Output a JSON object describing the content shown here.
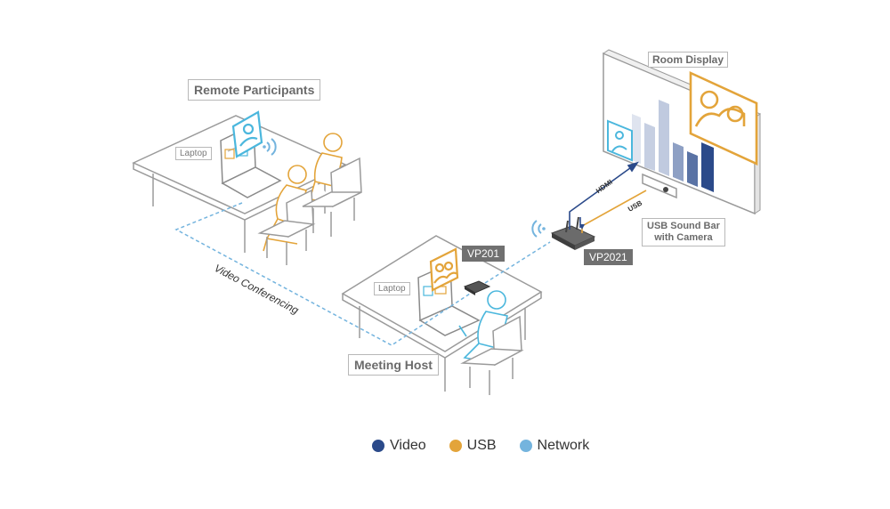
{
  "labels": {
    "remote_participants": "Remote Participants",
    "meeting_host": "Meeting Host",
    "room_display": "Room Display",
    "laptop_remote": "Laptop",
    "laptop_host": "Laptop",
    "vp201": "VP201",
    "vp2021": "VP2021",
    "sound_bar_line1": "USB Sound Bar",
    "sound_bar_line2": "with Camera",
    "video_conferencing": "Video Conferencing",
    "hdmi": "HDMI",
    "usb_cable": "USB"
  },
  "legend": [
    {
      "label": "Video",
      "color": "#2b4a8a"
    },
    {
      "label": "USB",
      "color": "#e3a43a"
    },
    {
      "label": "Network",
      "color": "#74b4de"
    }
  ],
  "colors": {
    "video": "#2b4a8a",
    "usb": "#e3a43a",
    "network": "#74b4de",
    "outline": "#9a9a9a",
    "person_remote": "#e3a43a",
    "person_host": "#4bb7dd"
  }
}
